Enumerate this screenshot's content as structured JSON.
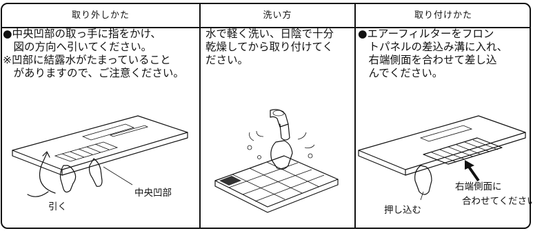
{
  "columns": [
    {
      "header": "取り外しかた",
      "lines": [
        "●中央凹部の取っ手に指をかけ、",
        "　図の方向へ引いてください。",
        "※凹部に結露水がたまっていること",
        "　がありますので、ご注意ください。"
      ]
    },
    {
      "header": "洗い方",
      "lines": [
        "水で軽く洗い、日陰で十分",
        "乾燥してから取り付けてく",
        "ださい。"
      ]
    },
    {
      "header": "取り付けかた",
      "lines": [
        "●エアーフィルターをフロン",
        "　トパネルの差込み溝に入れ、",
        "　右端側面を合わせて差し込",
        "　んでください。"
      ]
    }
  ],
  "labels": {
    "pull": "引く",
    "center_recess": "中央凹部",
    "push_in": "押し込む",
    "right_side_1": "右端側面に",
    "right_side_2": "合わせてください"
  }
}
